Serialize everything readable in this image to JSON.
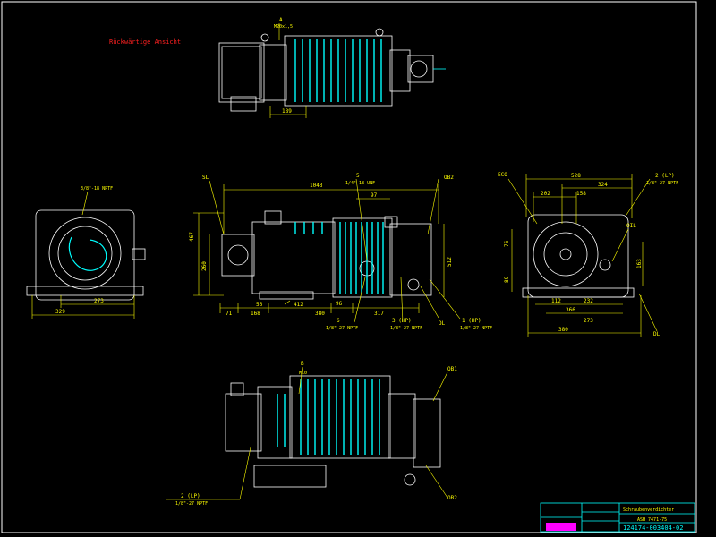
{
  "drawing": {
    "view_title": "Rückwärtige Ansicht",
    "title_block": {
      "name": "Schraubenverdichter",
      "model": "ASH 7471-75",
      "number": "124174-003404-02"
    }
  },
  "top_view": {
    "label_a": "A",
    "label_a_note": "M20x1,5",
    "dim_width": "189"
  },
  "left_view": {
    "thread_note": "3/8\"-18 NPTF",
    "dim_bottom": "273",
    "dim_total": "329"
  },
  "front_view": {
    "dim_top": "1043",
    "dim_97": "97",
    "dim_467": "467",
    "dim_260": "260",
    "dim_512": "512",
    "dim_71": "71",
    "dim_168": "168",
    "dim_56": "56",
    "dim_412": "412",
    "dim_380": "380",
    "dim_96": "96",
    "dim_317": "317",
    "label_sl": "SL",
    "label_5": "5",
    "label_5_note": "1/4\"-18 UNF",
    "label_ob2": "OB2",
    "label_6": "6",
    "label_6_note": "1/8\"-27 NPTF",
    "label_3_hp": "3 (HP)",
    "label_3_note": "1/8\"-27 NPTF",
    "label_dl": "DL",
    "label_1_hp": "1 (HP)",
    "label_1_note": "1/8\"-27 NPTF"
  },
  "right_view": {
    "label_eco": "ECO",
    "dim_528": "528",
    "dim_202": "202",
    "dim_158": "158",
    "dim_324": "324",
    "label_2_lp": "2 (LP)",
    "label_2_note": "1/8\"-27 NPTF",
    "label_oil": "OIL",
    "dim_76": "76",
    "dim_89": "89",
    "dim_163": "163",
    "dim_112": "112",
    "dim_232": "232",
    "dim_366": "366",
    "dim_273": "273",
    "dim_380": "380",
    "label_dl": "DL"
  },
  "bottom_view": {
    "label_b": "B",
    "label_b_note": "M10",
    "label_ob1": "OB1",
    "label_ob2": "OB2",
    "label_2_lp": "2 (LP)",
    "label_2_note": "1/8\"-27 NPTF"
  },
  "colors": {
    "background": "#000000",
    "outline": "#ffffff",
    "fins": "#00ffff",
    "dimension": "#ffff00",
    "note": "#ff2020",
    "title_block": "#00ffff"
  }
}
